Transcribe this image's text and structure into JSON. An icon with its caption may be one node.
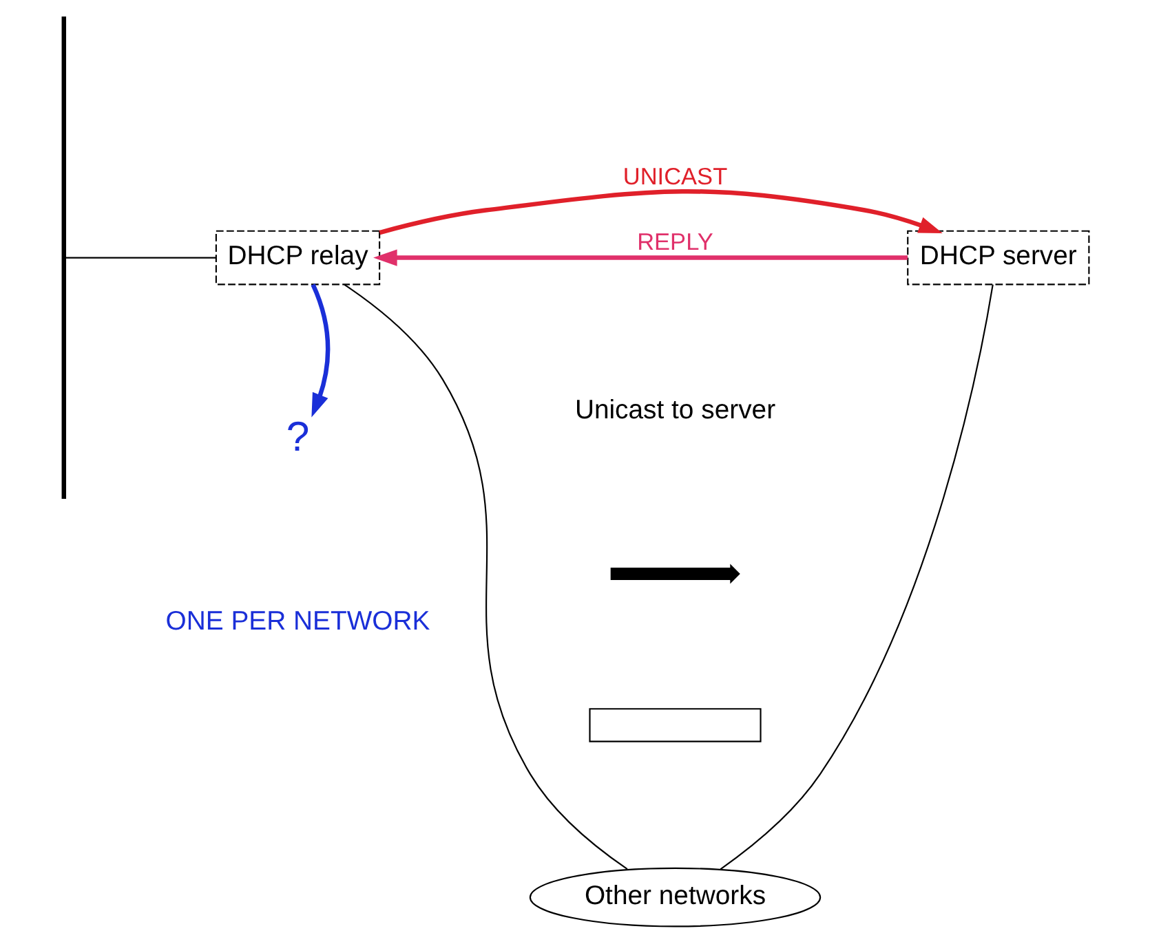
{
  "diagram": {
    "nodes": [
      {
        "text": [],
        "shape": "box"
      },
      {
        "text": [],
        "shape": "bar"
      },
      {
        "text": [
          "DHCP relay"
        ]
      },
      {
        "text": [
          "Other networks"
        ]
      },
      {
        "text": [
          "DHCP server"
        ]
      },
      {
        "text": [
          "?"
        ]
      }
    ],
    "edges": [
      {
        "from": 1,
        "to": 2,
        "arrow": "none"
      },
      {
        "from": 2,
        "to": 3,
        "arrow": "none"
      },
      {
        "from": 3,
        "to": 4,
        "arrow": "none"
      },
      {
        "from": 2,
        "to": 4,
        "arrow": "to",
        "label": "UNICAST",
        "style": "thick",
        "color": "#e0202a"
      },
      {
        "from": 4,
        "to": 2,
        "arrow": "to",
        "label": "REPLY",
        "style": "thick",
        "color": "#e0306a"
      },
      {
        "from": 2,
        "to": 5,
        "arrow": "to",
        "style": "thick",
        "color": "#1a2fd8"
      }
    ],
    "labels": [
      "Unicast to server",
      "ONE PER NETWORK"
    ]
  }
}
